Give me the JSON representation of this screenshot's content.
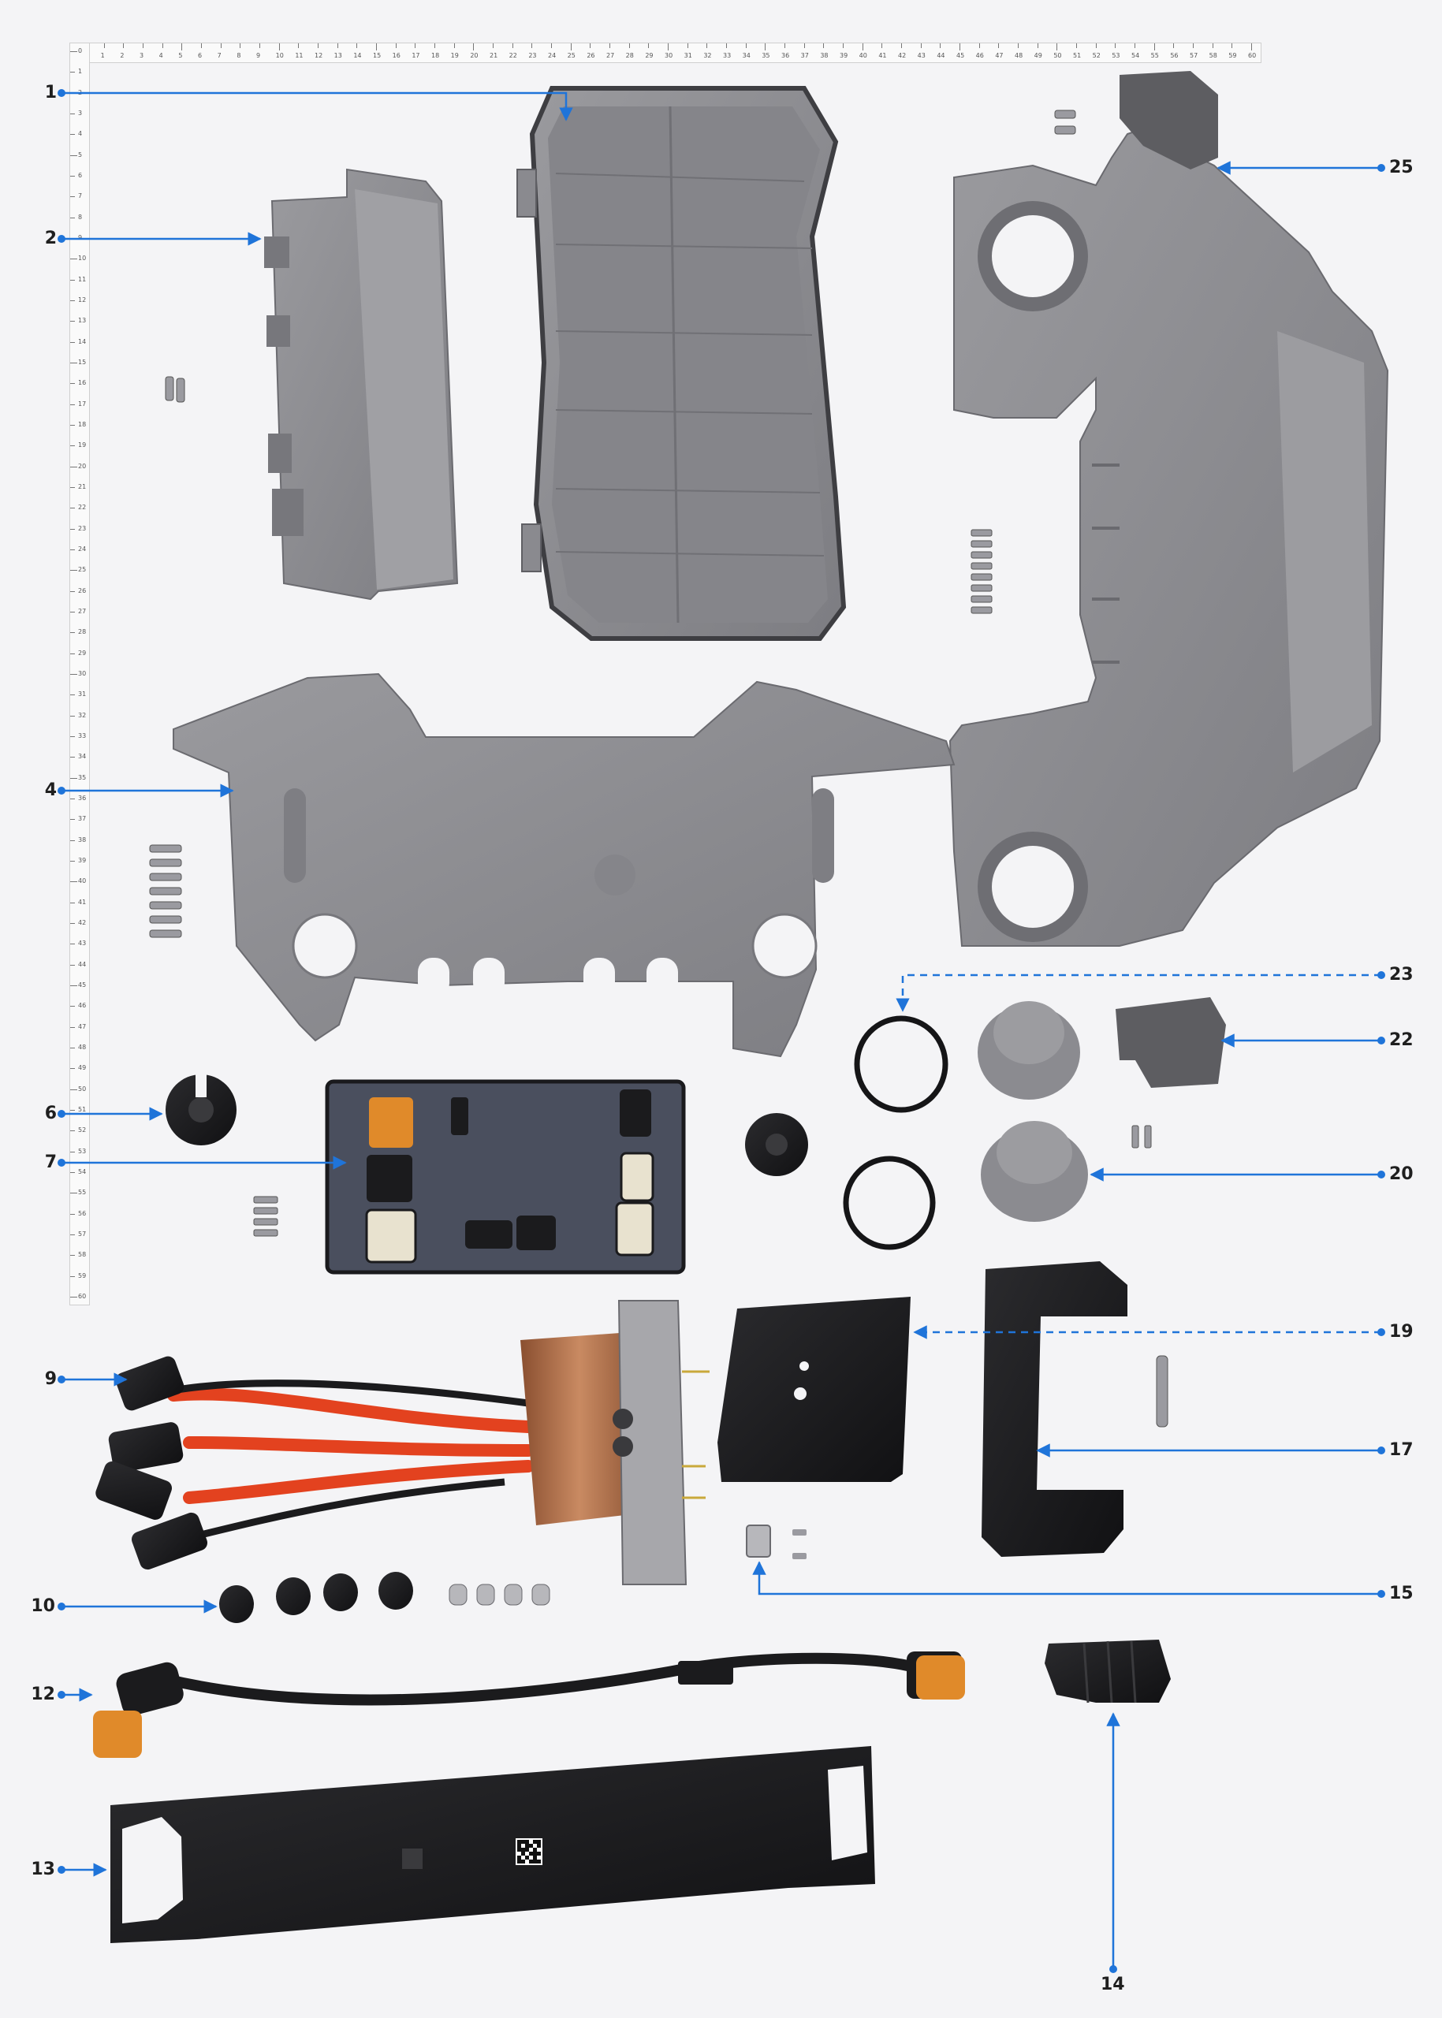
{
  "labels": [
    {
      "id": "1",
      "text": "1"
    },
    {
      "id": "2",
      "text": "2"
    },
    {
      "id": "4",
      "text": "4"
    },
    {
      "id": "6",
      "text": "6"
    },
    {
      "id": "7",
      "text": "7"
    },
    {
      "id": "9",
      "text": "9"
    },
    {
      "id": "10",
      "text": "10"
    },
    {
      "id": "12",
      "text": "12"
    },
    {
      "id": "13",
      "text": "13"
    },
    {
      "id": "14",
      "text": "14"
    },
    {
      "id": "15",
      "text": "15"
    },
    {
      "id": "17",
      "text": "17"
    },
    {
      "id": "19",
      "text": "19"
    },
    {
      "id": "20",
      "text": "20"
    },
    {
      "id": "22",
      "text": "22"
    },
    {
      "id": "23",
      "text": "23"
    },
    {
      "id": "25",
      "text": "25"
    }
  ],
  "ruler": {
    "horizontal_max": 60,
    "vertical_max": 60
  },
  "colors": {
    "background": "#f4f4f6",
    "plastic_gray": "#8e8e92",
    "plastic_dark": "#6f6f74",
    "leader_blue": "#1f74d9",
    "orange": "#e08a2a",
    "copper": "#b8734a",
    "black": "#1b1b1d",
    "cable_red": "#e3421f"
  }
}
